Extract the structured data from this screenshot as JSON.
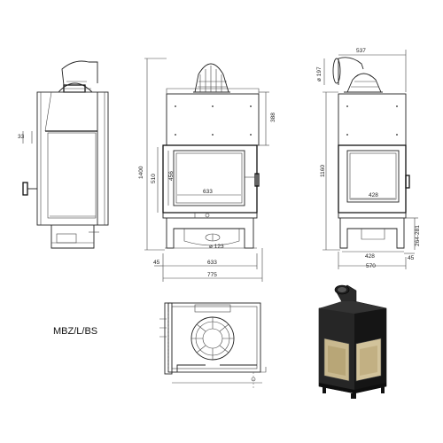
{
  "model_label": "MBZ/L/BS",
  "dimensions": {
    "top_width": "537",
    "flue_diameter": "ø 197",
    "side_33": "33",
    "height_1400": "1400",
    "height_510": "510",
    "height_456": "456",
    "top_388": "388",
    "glass_width": "633",
    "outlet_diameter": "ø 123",
    "bottom_45_left": "45",
    "base_633": "633",
    "total_775": "775",
    "height_1160": "1160",
    "side_glass_428": "428",
    "leg_range": "264-281",
    "base_428": "428",
    "bottom_45_right": "45",
    "depth_570": "570"
  },
  "colors": {
    "line": "#222222",
    "body_black": "#1b1b1b",
    "glass": "#c9b98f"
  }
}
